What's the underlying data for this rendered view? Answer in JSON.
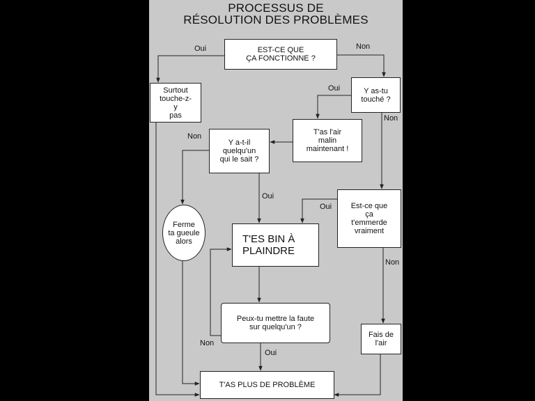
{
  "title": {
    "line1": "PROCESSUS DE",
    "line2": "RÉSOLUTION DES PROBLÈMES"
  },
  "nodes": {
    "start": {
      "lines": [
        "EST-CE QUE",
        "ÇA FONCTIONNE ?"
      ]
    },
    "surtout": {
      "lines": [
        "Surtout",
        "touche-z-",
        "y",
        "pas"
      ]
    },
    "touche": {
      "lines": [
        "Y as-tu",
        "touché ?"
      ]
    },
    "malin": {
      "lines": [
        "T'as l'air",
        "malin",
        "maintenant !"
      ]
    },
    "quelquun": {
      "lines": [
        "Y a-t-il",
        "quelqu'un",
        "qui le sait ?"
      ]
    },
    "ferme": {
      "lines": [
        "Ferme",
        "ta gueule",
        "alors"
      ]
    },
    "plaindre": {
      "lines": [
        "T'ES BIN À",
        "PLAINDRE"
      ]
    },
    "emmerde": {
      "lines": [
        "Est-ce que",
        "ça",
        "t'emmerde",
        "vraiment"
      ]
    },
    "faute": {
      "lines": [
        "Peux-tu mettre la faute",
        "sur quelqu'un ?"
      ]
    },
    "fais": {
      "lines": [
        "Fais de",
        "l'air"
      ]
    },
    "end": {
      "lines": [
        "T'AS PLUS DE PROBLÈME"
      ]
    }
  },
  "edge_labels": {
    "start_oui": "Oui",
    "start_non": "Non",
    "touche_oui": "Oui",
    "touche_non": "Non",
    "quelquun_non": "Non",
    "quelquun_oui": "Oui",
    "emmerde_oui": "Oui",
    "emmerde_non": "Non",
    "faute_non": "Non",
    "faute_oui": "Oui"
  },
  "colors": {
    "background": "#000000",
    "panel": "#c9c9c9",
    "box": "#ffffff",
    "line": "#222222"
  }
}
